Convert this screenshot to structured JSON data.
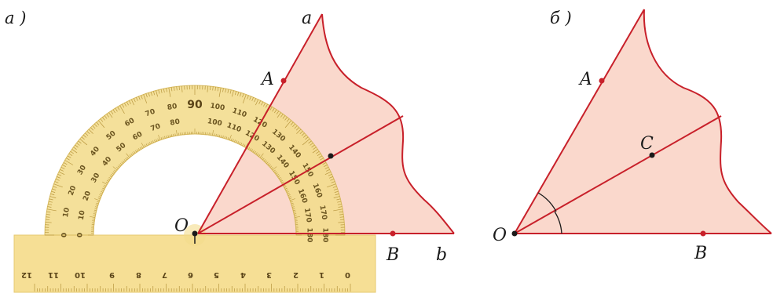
{
  "panels": [
    {
      "tag": "а )",
      "labels": {
        "ray_a": "a",
        "ray_b": "b",
        "vertex": "O",
        "point_a": "A",
        "point_b": "B"
      }
    },
    {
      "tag": "б )",
      "labels": {
        "vertex": "O",
        "point_a": "A",
        "point_b": "B",
        "point_c": "C"
      }
    }
  ],
  "protractor": {
    "outer_numbers": [
      "0",
      "10",
      "20",
      "30",
      "40",
      "50",
      "60",
      "70",
      "80",
      "90",
      "100",
      "110",
      "120",
      "130",
      "140",
      "150",
      "160",
      "170",
      "180"
    ],
    "inner_numbers": [
      "180",
      "170",
      "160",
      "150",
      "140",
      "130",
      "120",
      "110",
      "100",
      "80",
      "70",
      "60",
      "50",
      "40",
      "30",
      "20",
      "10",
      "0"
    ]
  },
  "ruler": {
    "numbers": [
      "12",
      "11",
      "10",
      "9",
      "8",
      "7",
      "6",
      "5",
      "4",
      "3",
      "2",
      "1",
      "0"
    ]
  },
  "colors": {
    "angle_fill": "#fad8cc",
    "line": "#c8202a",
    "point": "#c8202a",
    "protractor": "#f3dc8c",
    "ruler": "#f6df95"
  }
}
